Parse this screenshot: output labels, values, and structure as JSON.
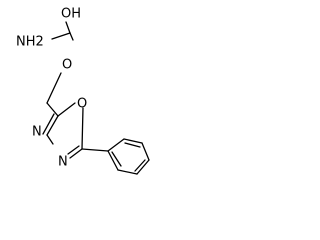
{
  "molecule": {
    "atoms": {
      "hydroxyl_oxygen": "OH",
      "amide_nitrogen": "NH2",
      "ester_oxygen": "O",
      "ring_oxygen": "O",
      "ring_nitrogen_upper": "N",
      "ring_nitrogen_lower": "N"
    },
    "colors": {
      "bond": "#000000",
      "label": "#000000",
      "background": "#ffffff"
    }
  }
}
